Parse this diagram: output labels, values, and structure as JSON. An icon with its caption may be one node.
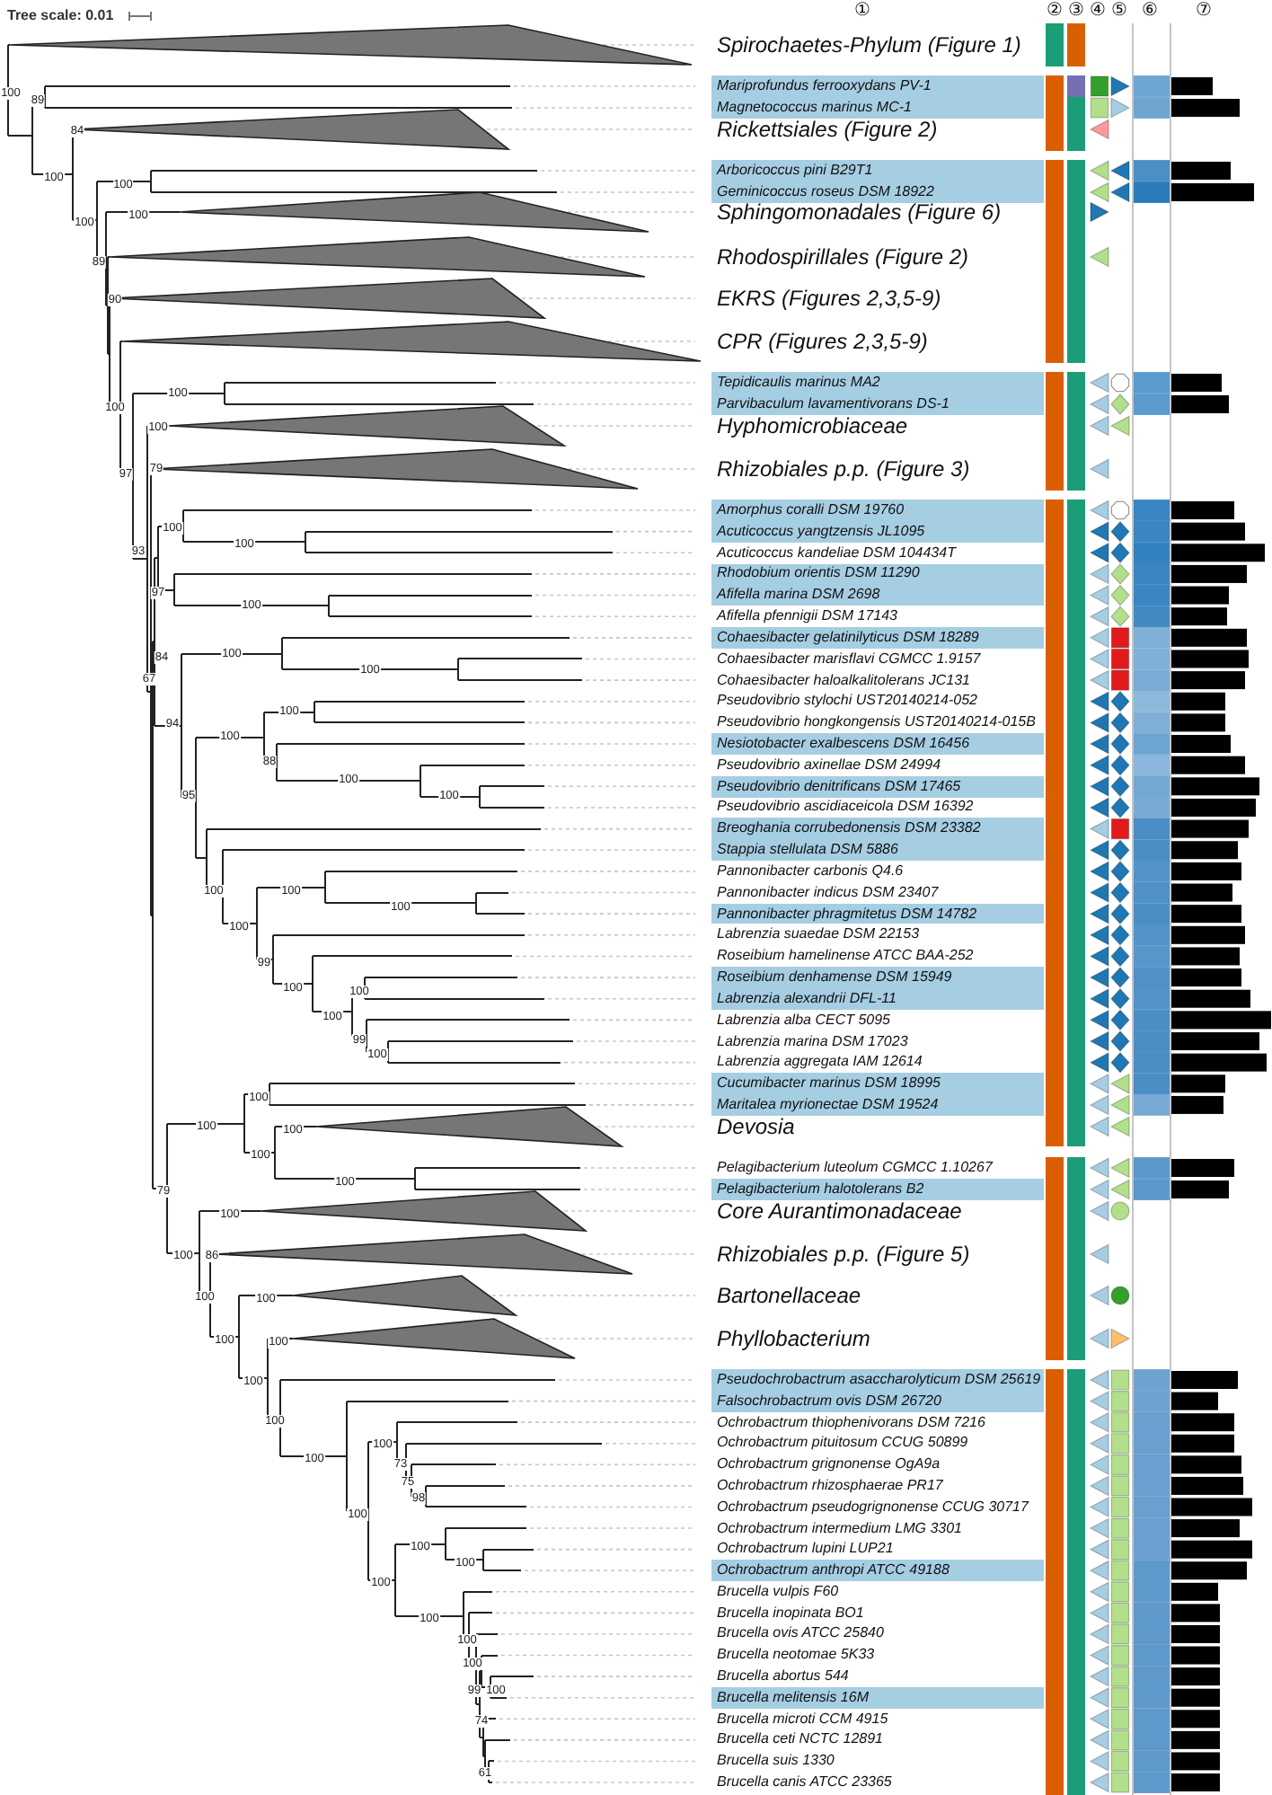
{
  "diagram": {
    "nodes": [
      {
        "text": [
          "Mariprofundus ferrooxydans PV-1",
          "Magnetococcus marinus MC-1"
        ]
      },
      {
        "text": [
          "Arboricoccus pini B29T1",
          "Geminicoccus roseus DSM 18922"
        ]
      },
      {
        "text": [
          "Tepidicaulis marinus MA2",
          "Parvibaculum lavamentivorans DS-1"
        ]
      },
      {
        "text": [
          "Amorphus coralli DSM 19760",
          "Acuticoccus yangtzensis JL1095"
        ]
      },
      {
        "text": [
          "Rhodobium orientis DSM 11290",
          "Afifella marina DSM 2698"
        ]
      },
      {
        "text": [
          "Cohaesibacter gelatinilyticus DSM 18289"
        ]
      },
      {
        "text": [
          "Nesiotobacter exalbescens DSM 16456"
        ]
      },
      {
        "text": [
          "Pseudovibrio denitrificans DSM 17465"
        ]
      },
      {
        "text": [
          "Breoghania corrubedonensis DSM 23382",
          "Stappia stellulata DSM 5886"
        ]
      },
      {
        "text": [
          "Pannonibacter phragmitetus DSM 14782"
        ]
      },
      {
        "text": [
          "Roseibium denhamense DSM 15949",
          "Labrenzia alexandrii DFL-11"
        ]
      },
      {
        "text": [
          "Cucumibacter marinus DSM 18995",
          "Maritalea myrionectae DSM 19524"
        ]
      },
      {
        "text": [
          "Pelagibacterium halotolerans B2"
        ]
      },
      {
        "text": [
          "Pseudochrobactrum asaccharolyticum DSM 25619",
          "Falsochrobactrum ovis DSM 26720"
        ]
      },
      {
        "text": [
          "Ochrobactrum anthropi ATCC 49188"
        ]
      },
      {
        "text": [
          "Brucella melitensis 16M"
        ]
      }
    ],
    "labels": [
      "Tree scale: 0.01",
      "①",
      "②",
      "③",
      "④",
      "⑤",
      "⑥",
      "⑦",
      "Spirochaetes-Phylum (Figure 1)",
      "Rickettsiales (Figure 2)",
      "Sphingomonadales (Figure 6)",
      "Rhodospirillales (Figure 2)",
      "EKRS (Figures 2,3,5-9)",
      "CPR (Figures 2,3,5-9)",
      "Hyphomicrobiaceae",
      "Rhizobiales p.p. (Figure 3)",
      "Acuticoccus kandeliae DSM 104434T",
      "Afifella pfennigii DSM 17143",
      "Cohaesibacter marisflavi CGMCC 1.9157",
      "Cohaesibacter haloalkalitolerans JC131",
      "Pseudovibrio stylochi UST20140214-052",
      "Pseudovibrio hongkongensis UST20140214-015B",
      "Pseudovibrio axinellae DSM 24994",
      "Pseudovibrio ascidiaceicola DSM 16392",
      "Pannonibacter carbonis Q4.6",
      "Pannonibacter indicus DSM 23407",
      "Labrenzia suaedae DSM 22153",
      "Roseibium hamelinense ATCC BAA-252",
      "Labrenzia alba CECT 5095",
      "Labrenzia marina DSM 17023",
      "Labrenzia aggregata IAM 12614",
      "Devosia",
      "Pelagibacterium luteolum CGMCC 1.10267",
      "Core Aurantimonadaceae",
      "Rhizobiales p.p. (Figure 5)",
      "Bartonellaceae",
      "Phyllobacterium",
      "Ochrobactrum thiophenivorans DSM 7216",
      "Ochrobactrum pituitosum CCUG 50899",
      "Ochrobactrum grignonense OgA9a",
      "Ochrobactrum rhizosphaerae PR17",
      "Ochrobactrum pseudogrignonense CCUG 30717",
      "Ochrobactrum intermedium LMG 3301",
      "Ochrobactrum lupini LUP21",
      "Brucella vulpis F60",
      "Brucella inopinata BO1",
      "Brucella ovis ATCC 25840",
      "Brucella neotomae 5K33",
      "Brucella abortus 544",
      "Brucella microti CCM 4915",
      "Brucella ceti NCTC 12891",
      "Brucella suis 1330",
      "Brucella canis ATCC 23365",
      "100",
      "89",
      "84",
      "100",
      "100",
      "100",
      "100",
      "89",
      "90",
      "100",
      "100",
      "100",
      "97",
      "79",
      "100",
      "93",
      "100",
      "97",
      "100",
      "84",
      "100",
      "67",
      "100",
      "100",
      "94",
      "100",
      "88",
      "100",
      "95",
      "100",
      "100",
      "100",
      "100",
      "100",
      "99",
      "100",
      "100",
      "100",
      "99",
      "100",
      "100",
      "100",
      "100",
      "100",
      "79",
      "100",
      "100",
      "100",
      "86",
      "100",
      "100",
      "100",
      "100",
      "100",
      "100",
      "100",
      "100",
      "73",
      "75",
      "98",
      "100",
      "100",
      "100",
      "100",
      "100",
      "100",
      "100",
      "99",
      "100",
      "74",
      "61"
    ]
  }
}
